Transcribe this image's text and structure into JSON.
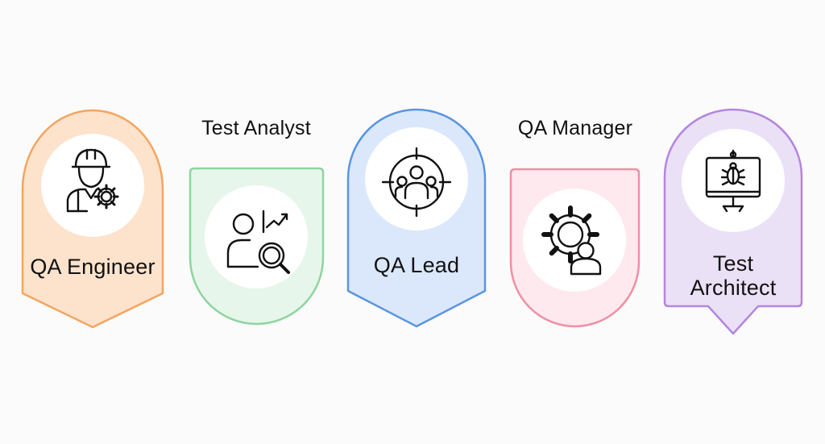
{
  "roles": [
    {
      "name": "QA Engineer",
      "icon": "construction-worker-gear-icon",
      "fill": "#fde2cc",
      "stroke": "#f3a561"
    },
    {
      "name": "Test Analyst",
      "icon": "person-magnifier-chart-icon",
      "fill": "#e7f6ea",
      "stroke": "#8fd4a0"
    },
    {
      "name": "QA Lead",
      "icon": "team-target-icon",
      "fill": "#dbe8fb",
      "stroke": "#5b95e0"
    },
    {
      "name": "QA Manager",
      "icon": "gear-person-icon",
      "fill": "#fde9ee",
      "stroke": "#ef8fa4"
    },
    {
      "name": "Test Architect",
      "name_lines": [
        "Test",
        "Architect"
      ],
      "icon": "monitor-bug-icon",
      "fill": "#ebe1f7",
      "stroke": "#b486de"
    }
  ]
}
